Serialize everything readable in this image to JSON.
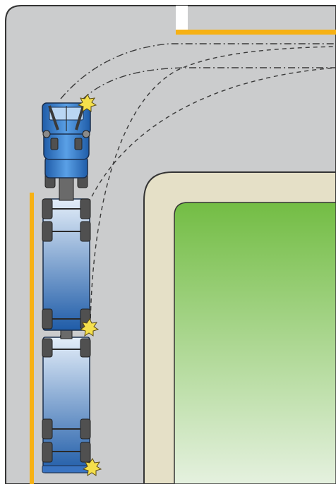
{
  "colors": {
    "background": "#ffffff",
    "road": "#cbcccd",
    "road_border": "#343434",
    "curb": "#e5e0c7",
    "grass_top": "#73bd44",
    "grass_bottom": "#e5f1df",
    "lane_line": "#f6b114",
    "stop_mark": "#ffffff",
    "path_line": "#3a3a3a",
    "vehicle_dark": "#1f5ca8",
    "vehicle_light": "#e4eef9",
    "wheel": "#505050",
    "contact_star": "#f4df4c"
  },
  "scene": {
    "vehicle_type": "tractor-double-trailer",
    "turn_direction": "right",
    "markers": [
      "front-left-corner",
      "lead-trailer-rear-corner",
      "rear-trailer-rear-corner"
    ]
  }
}
